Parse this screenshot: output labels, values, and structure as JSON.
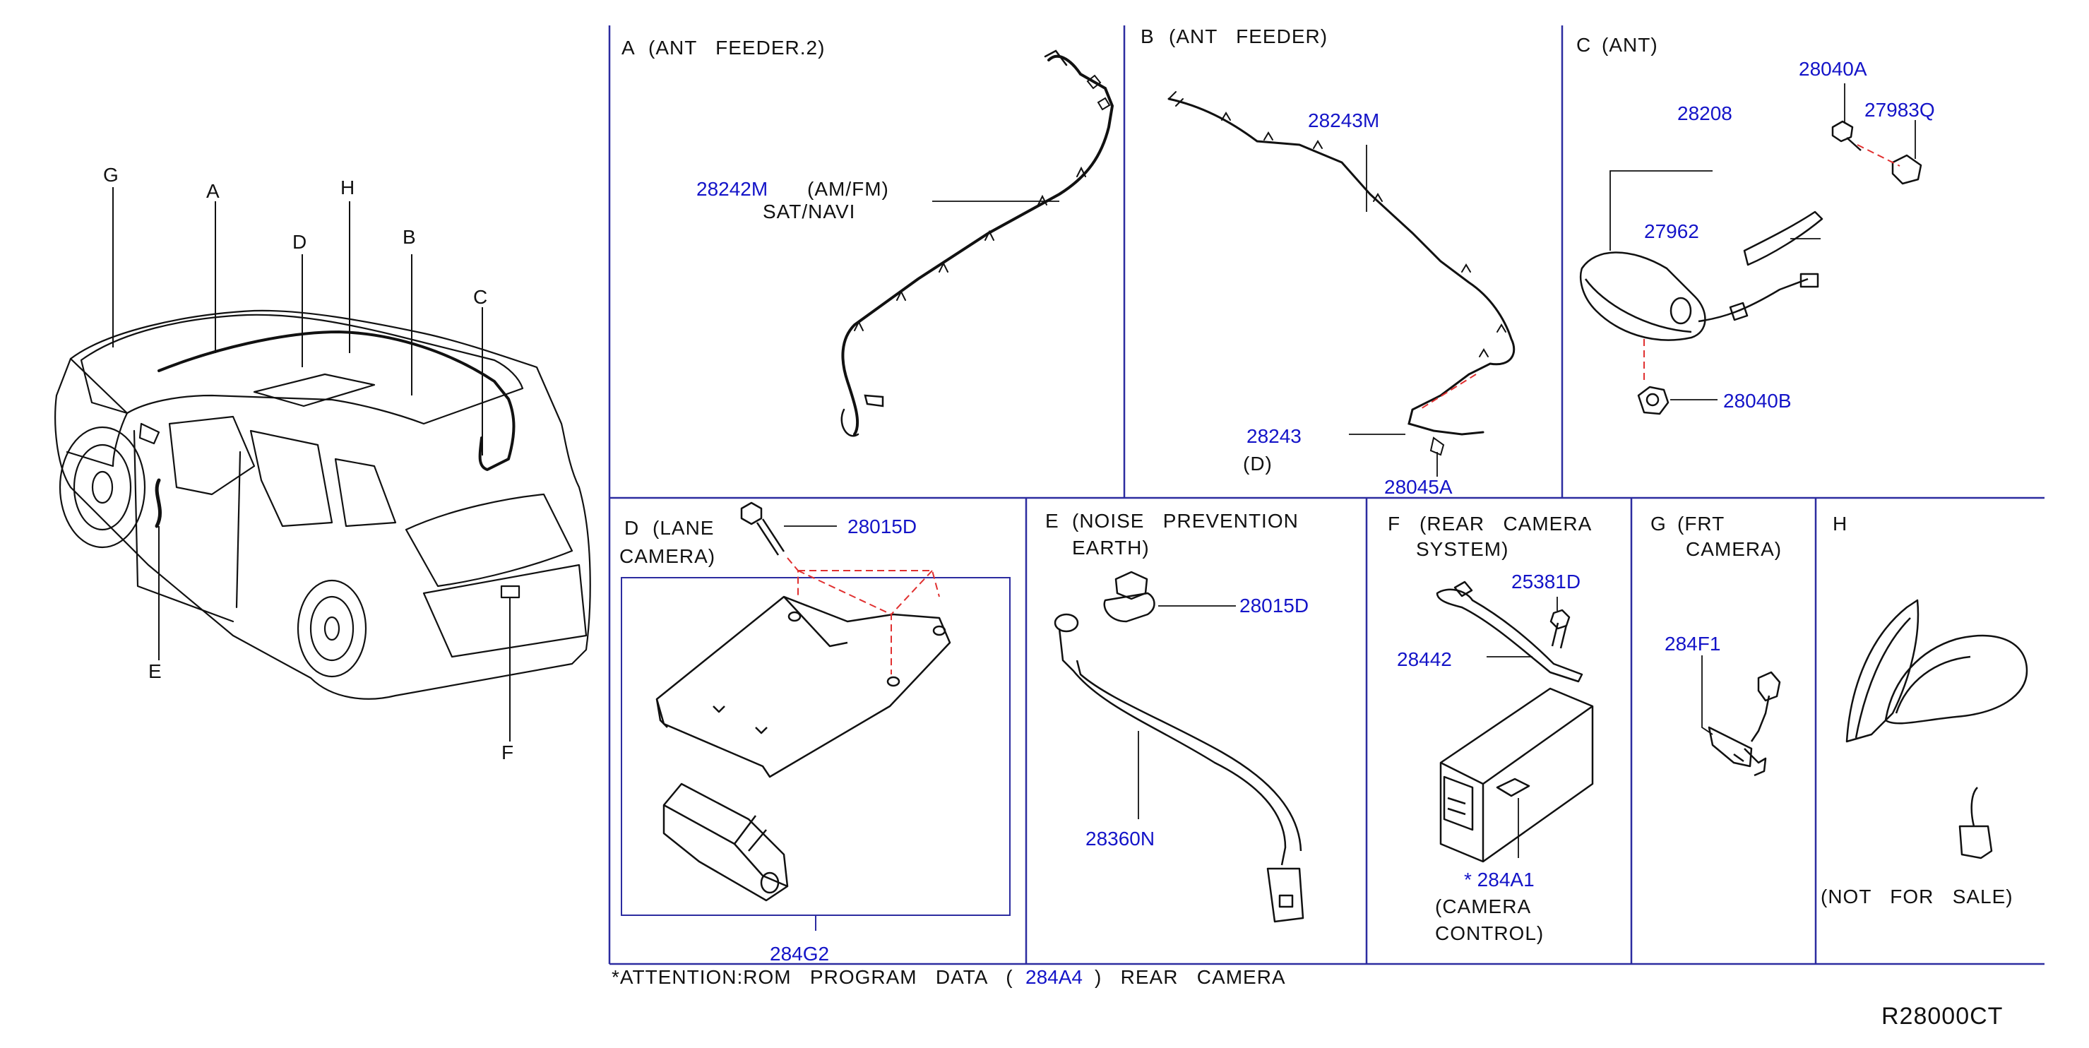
{
  "vehicle_callouts": [
    "G",
    "A",
    "D",
    "H",
    "B",
    "C",
    "E",
    "F"
  ],
  "sections": {
    "A": {
      "letter": "A",
      "title": "(ANT   FEEDER.2)",
      "part": "28242M",
      "desc1": "(AM/FM)",
      "desc2": "SAT/NAVI"
    },
    "B": {
      "letter": "B",
      "title": "(ANT   FEEDER)",
      "part_main": "28243M",
      "part_sub": "28243",
      "sub_note": "(D)",
      "part_bolt": "28045A"
    },
    "C": {
      "letter": "C",
      "title": "(ANT)",
      "parts": [
        "28040A",
        "27983Q",
        "28208",
        "27962",
        "28040B"
      ]
    },
    "D": {
      "letter": "D",
      "title1": "(LANE",
      "title2": "CAMERA)",
      "part_bolt": "28015D",
      "part_assy": "284G2"
    },
    "E": {
      "letter": "E",
      "title1": "(NOISE   PREVENTION",
      "title2": "EARTH)",
      "part_bolt": "28015D",
      "part_strap": "28360N"
    },
    "F": {
      "letter": "F",
      "title1": "(REAR   CAMERA",
      "title2": "SYSTEM)",
      "part_bolt": "25381D",
      "part_bracket": "28442",
      "part_ctrl": "* 284A1",
      "ctrl_note1": "(CAMERA",
      "ctrl_note2": "CONTROL)"
    },
    "G": {
      "letter": "G",
      "title1": "(FRT",
      "title2": "CAMERA)",
      "part": "284F1"
    },
    "H": {
      "letter": "H",
      "note": "(NOT   FOR   SALE)"
    }
  },
  "attention": {
    "prefix": "*ATTENTION:ROM   PROGRAM   DATA   (",
    "part": "284A4",
    "suffix": ")   REAR   CAMERA"
  },
  "diagram_code": "R28000CT",
  "colors": {
    "part_number": "#1414c8",
    "frame": "#2c2ca0",
    "dash": "#e03030",
    "ink": "#111111"
  }
}
